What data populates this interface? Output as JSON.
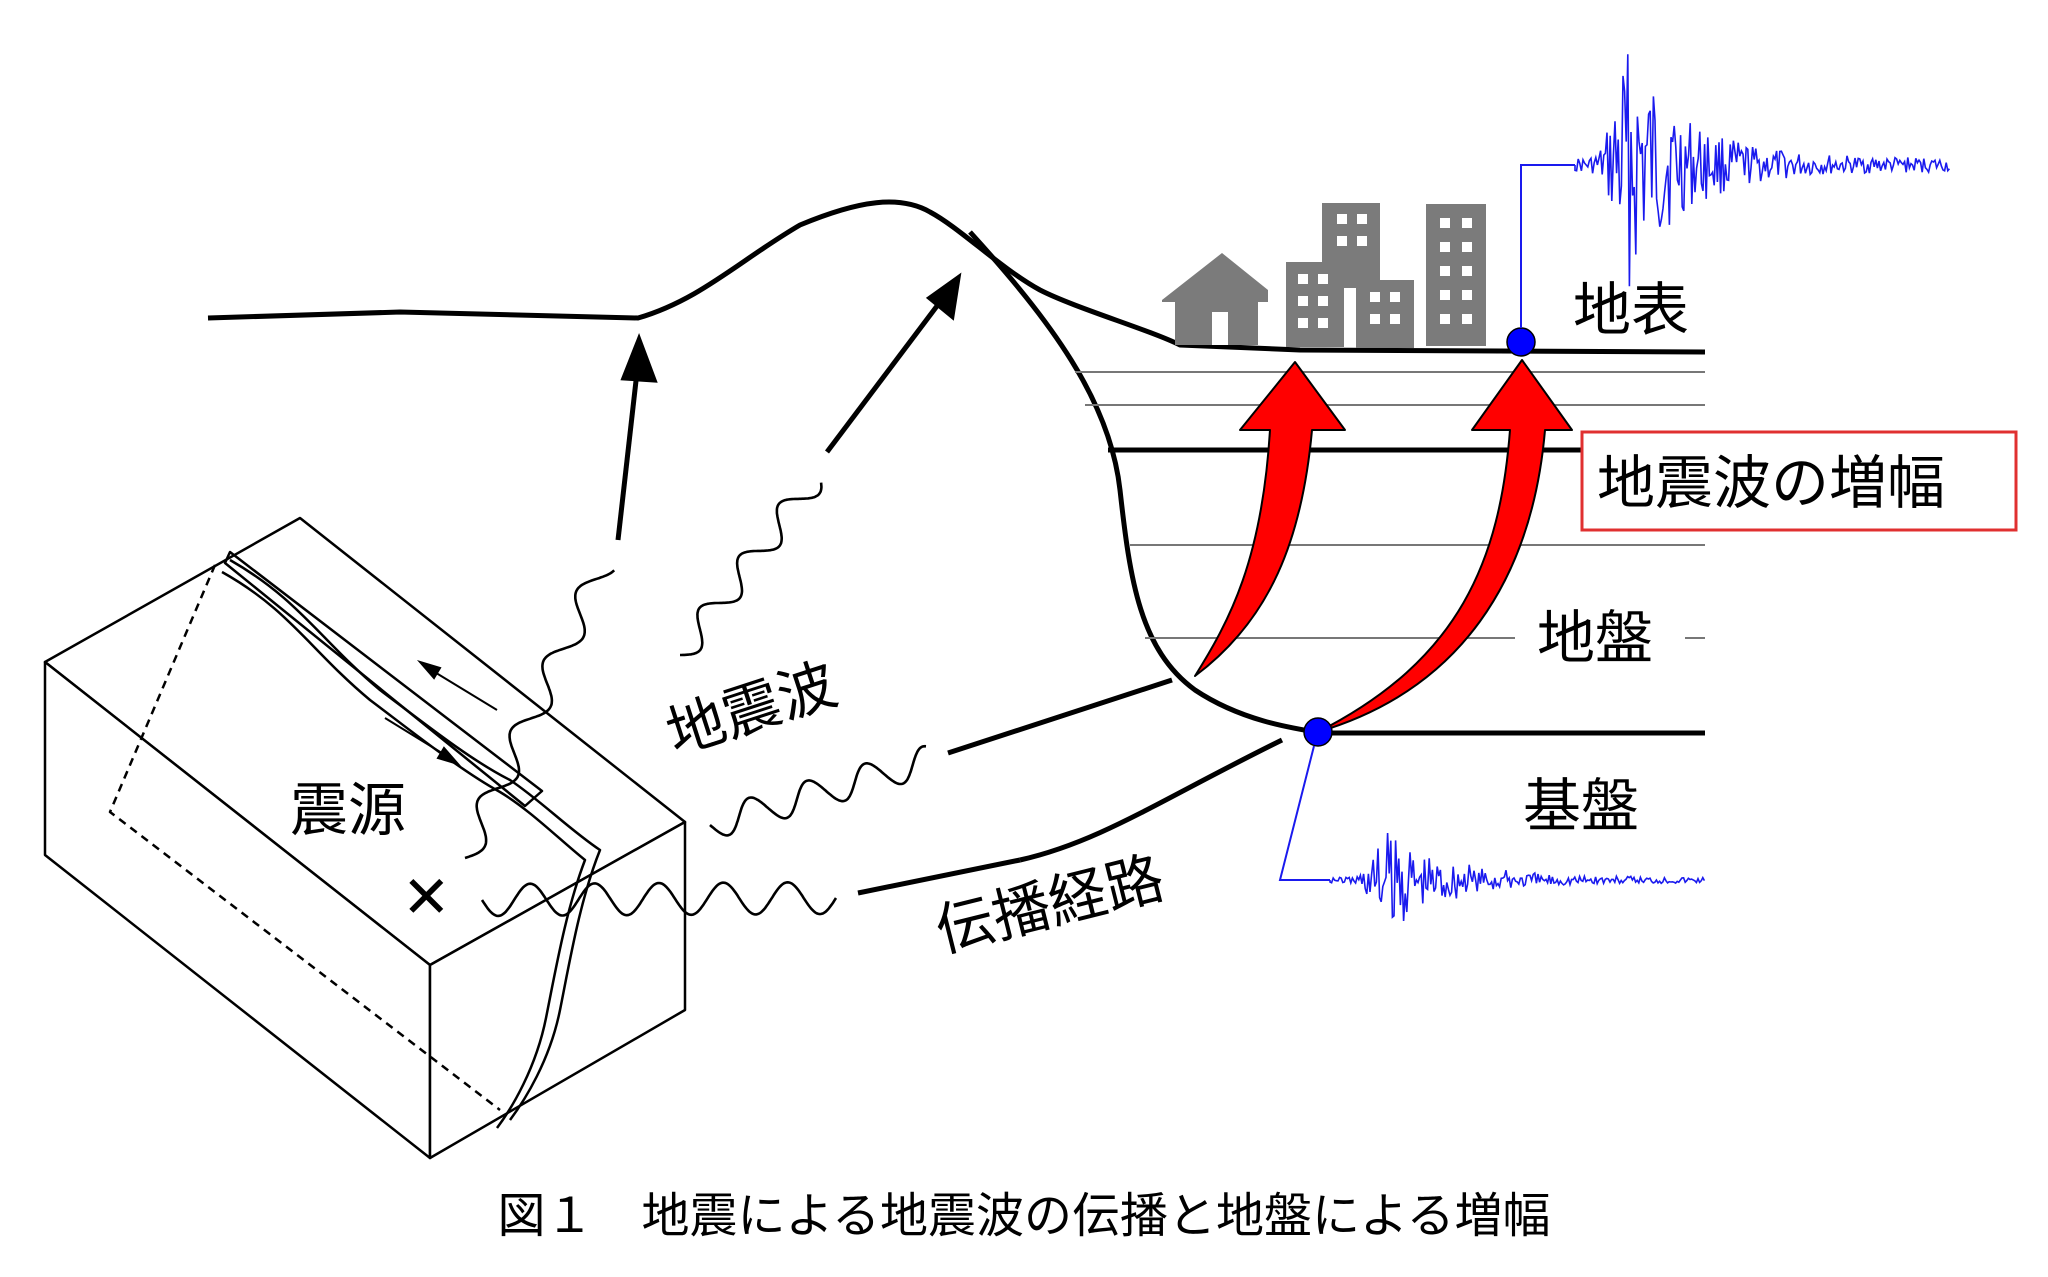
{
  "labels": {
    "surface": "地表",
    "amplification": "地震波の増幅",
    "ground": "地盤",
    "bedrock": "基盤",
    "seismic_wave": "地震波",
    "hypocenter": "震源",
    "propagation_path": "伝播経路",
    "hypocenter_marker": "✕"
  },
  "caption": "図１　地震による地震波の伝播と地盤による増幅",
  "colors": {
    "line": "#000000",
    "amplification_arrow": "#ff0000",
    "seismogram": "#1a1aee",
    "observation_point": "#0000ff",
    "building": "#7b7b7b",
    "amplification_box_border": "#e03030"
  },
  "icons": [
    "house-icon",
    "building-icon",
    "observation-point-icon",
    "seismogram-icon"
  ]
}
